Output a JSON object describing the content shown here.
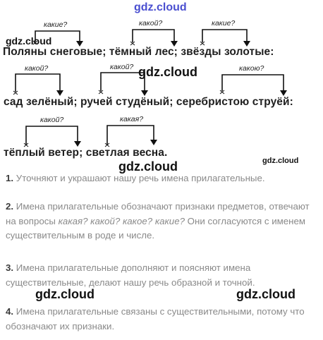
{
  "watermarks": {
    "site_header": "gdz.cloud",
    "label": "gdz.cloud"
  },
  "phrases": {
    "line1": "Поляны снеговые; тёмный лес; звёзды золотые:",
    "line2": "сад зелёный; ручей студёный; серебристою струёй:",
    "line3": "тёплый ветер; светлая весна."
  },
  "questions": {
    "q1": "какие?",
    "q2": "какой?",
    "q3": "какие?",
    "q4": "какой?",
    "q5": "какой?",
    "q6": "какою?",
    "q7": "какой?",
    "q8": "какая?"
  },
  "answers": [
    {
      "num": "1.",
      "text": "Уточняют и украшают нашу речь имена прилагательные."
    },
    {
      "num": "2.",
      "text_before": "Имена прилагательные обозначают признаки предметов, отвечают на вопросы ",
      "text_italic": "какая? какой? какое? какие?",
      "text_after": " Они согласуются с именем существительным в роде и числе."
    },
    {
      "num": "3.",
      "text": "Имена прилагательные дополняют и поясняют имена существительные, делают нашу речь образной и точной."
    },
    {
      "num": "4.",
      "text": "Имена прилагательные связаны с существительными, потому что обозначают их признаки."
    }
  ]
}
